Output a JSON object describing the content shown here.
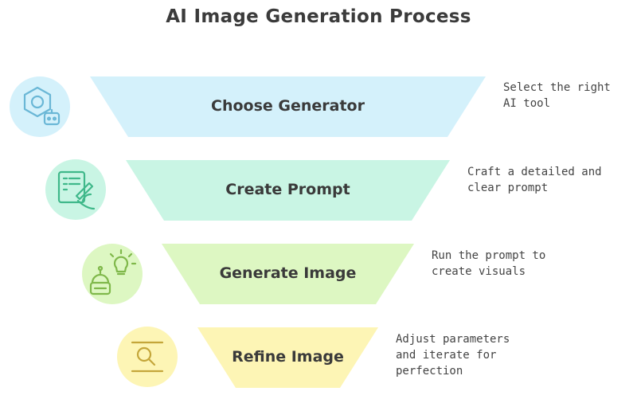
{
  "title": "AI Image Generation Process",
  "steps": [
    {
      "label": "Choose Generator",
      "description": "Select the right AI tool",
      "icon": "robot-hexagon-icon",
      "fill": "#d4f1fb",
      "icon_fill": "#d4f1fb",
      "stroke": "#6ab7d6"
    },
    {
      "label": "Create Prompt",
      "description": "Craft a detailed and clear prompt",
      "icon": "writing-hand-icon",
      "fill": "#c9f5e4",
      "icon_fill": "#c9f5e4",
      "stroke": "#3fb88a"
    },
    {
      "label": "Generate Image",
      "description": "Run the prompt to create visuals",
      "icon": "robot-lightbulb-icon",
      "fill": "#ddf7c2",
      "icon_fill": "#ddf7c2",
      "stroke": "#7fb84a"
    },
    {
      "label": "Refine Image",
      "description": "Adjust parameters and iterate for perfection",
      "icon": "magnifier-icon",
      "fill": "#fdf5b5",
      "icon_fill": "#fdf5b5",
      "stroke": "#c4a63a"
    }
  ]
}
